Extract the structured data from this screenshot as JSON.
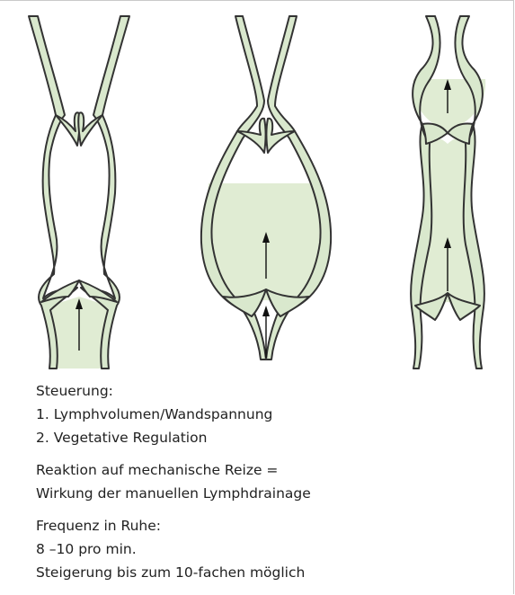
{
  "text": {
    "control_heading": "Steuerung:",
    "control_item_1": "1. Lymphvolumen/Wandspannung",
    "control_item_2": "2. Vegetative Regulation",
    "reaction_line_1": "Reaktion auf mechanische Reize =",
    "reaction_line_2": "Wirkung der manuellen Lymphdrainage",
    "frequency_heading": "Frequenz in Ruhe:",
    "frequency_value": "8 –10 pro min.",
    "frequency_increase": "Steigerung bis zum 10-fachen möglich"
  },
  "colors": {
    "lymph_fill": "#e0ecd3",
    "wall_fill": "#d9e8cd",
    "outline": "#333333",
    "border": "#c9c9c9"
  },
  "diagram": {
    "stages": [
      "lymphangion-filling",
      "lymphangion-full",
      "lymphangion-contracted"
    ]
  }
}
